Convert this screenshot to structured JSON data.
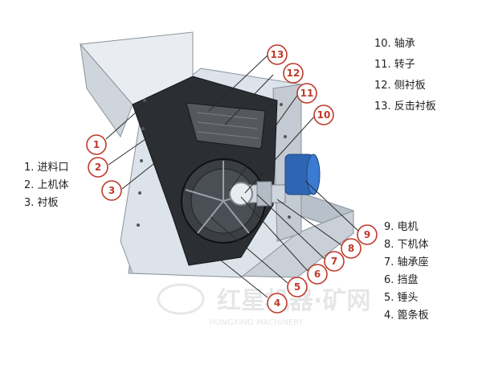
{
  "diagram": {
    "part_numbers": [
      "1",
      "2",
      "3",
      "4",
      "5",
      "6",
      "7",
      "8",
      "9",
      "10",
      "11",
      "12",
      "13"
    ],
    "legend_left": [
      "1. 进料口",
      "2. 上机体",
      "3. 衬板"
    ],
    "legend_top_right": [
      "10. 轴承",
      "11. 转子",
      "12. 侧衬板",
      "13. 反击衬板"
    ],
    "legend_bottom_right": [
      "9. 电机",
      "8. 下机体",
      "7. 轴承座",
      "6. 挡盘",
      "5. 锤头",
      "4. 篦条板"
    ],
    "watermark_text": "红星机器·矿网",
    "watermark_sub": "HONGXING MACHINERY"
  },
  "colors": {
    "callout": "#c0392b",
    "machine_body": "#dde3ea",
    "machine_dark": "#2b2e33",
    "motor": "#2f66b3"
  }
}
